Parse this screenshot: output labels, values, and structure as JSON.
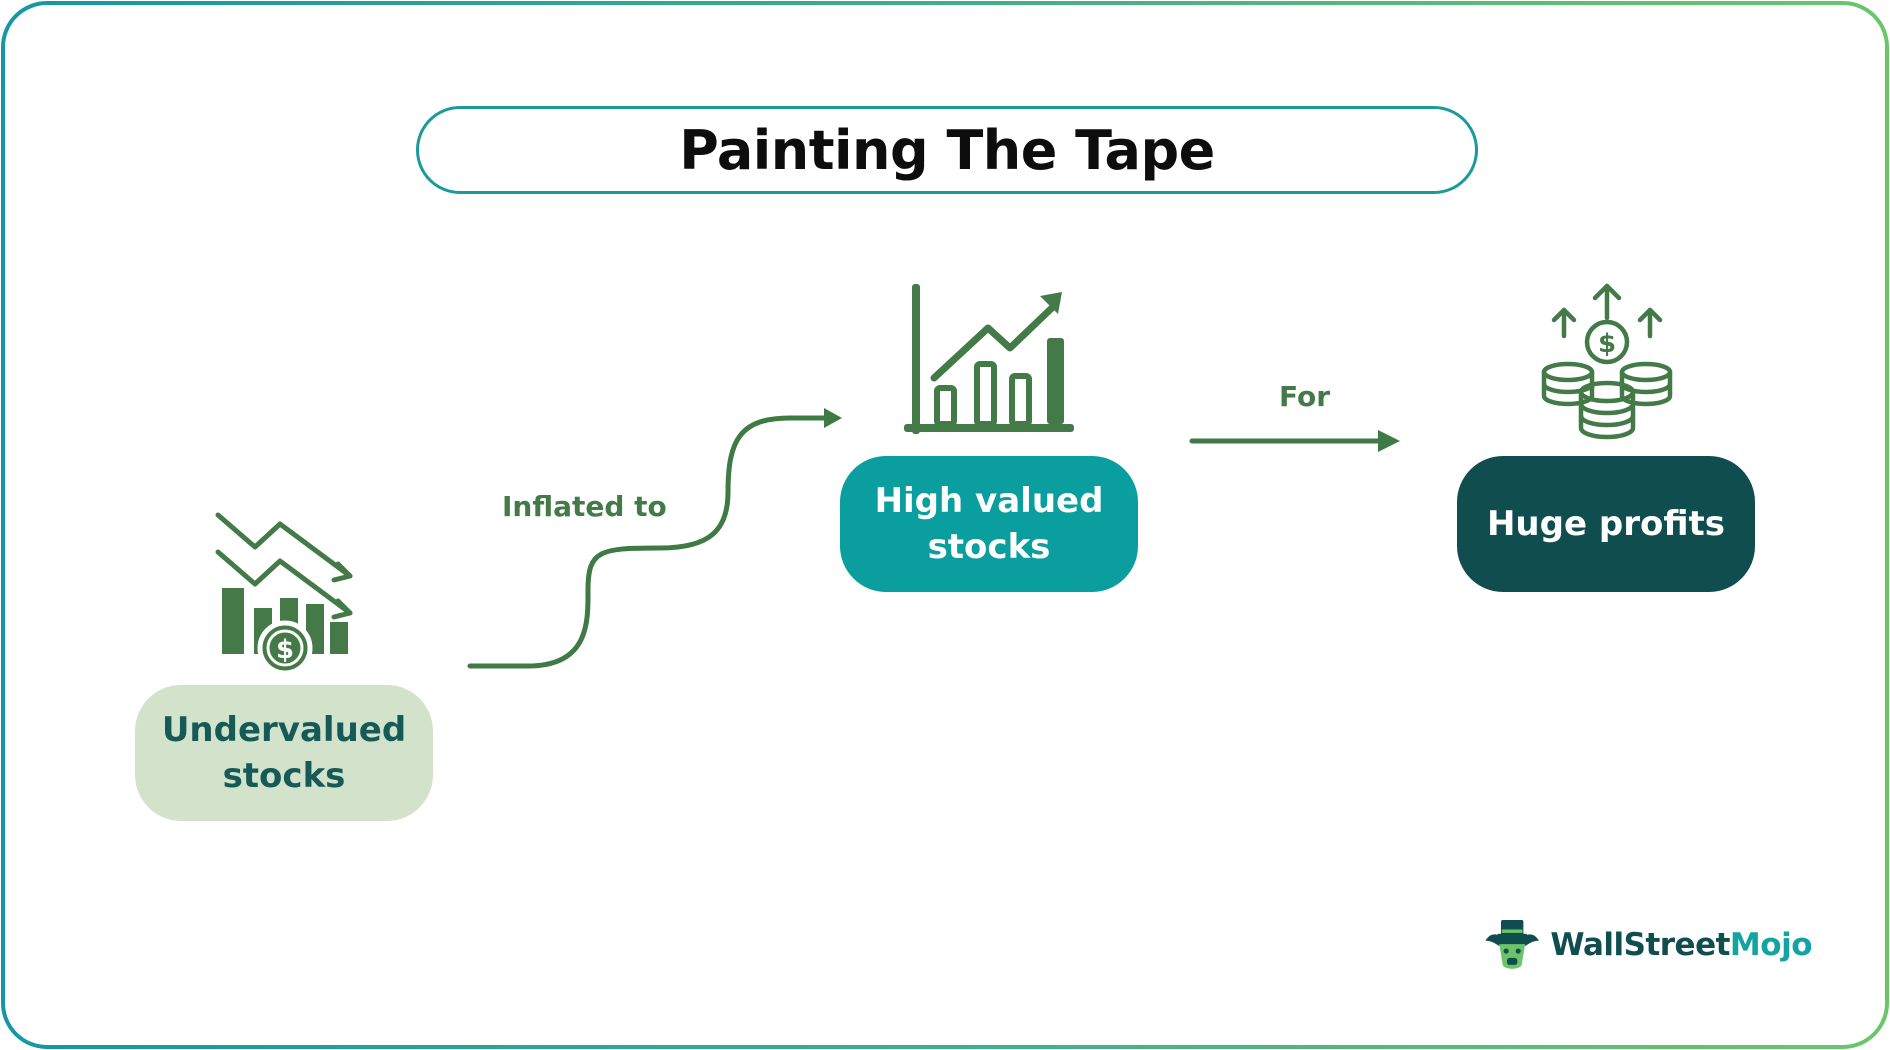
{
  "title": "Painting The Tape",
  "nodes": {
    "undervalued": {
      "line1": "Undervalued",
      "line2": "stocks",
      "color": "#d3e2cb",
      "text_color": "#165a58"
    },
    "high_valued": {
      "line1": "High valued",
      "line2": "stocks",
      "color": "#0b9e9e",
      "text_color": "#ffffff"
    },
    "huge_profits": {
      "label": "Huge profits",
      "color": "#0f4d4f",
      "text_color": "#ffffff"
    }
  },
  "connectors": {
    "inflated_to": "Inflated to",
    "for": "For"
  },
  "icons": {
    "undervalued": "chart-down-dollar-icon",
    "high_valued": "chart-up-arrow-icon",
    "huge_profits": "coins-up-arrows-icon"
  },
  "logo": {
    "part1": "WallStreet",
    "part2": "Mojo"
  },
  "colors": {
    "border_gradient_start": "#1a9a9a",
    "border_gradient_end": "#6cc36a",
    "icon_green": "#437a47",
    "arrow_green": "#3f7a45"
  }
}
